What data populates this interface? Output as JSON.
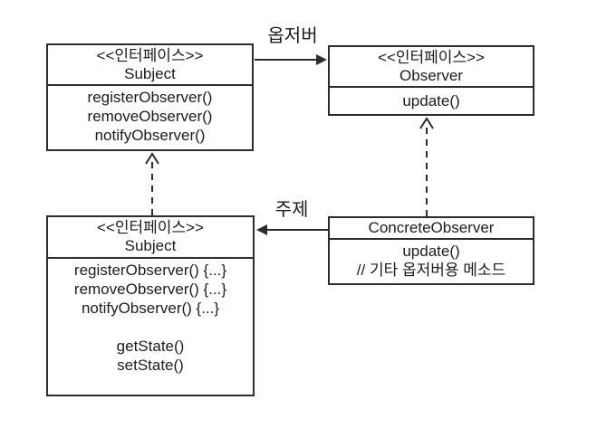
{
  "diagram": {
    "classes": {
      "subject_interface": {
        "stereotype": "<<인터페이스>>",
        "name": "Subject",
        "methods": [
          "registerObserver()",
          "removeObserver()",
          "notifyObserver()"
        ]
      },
      "observer_interface": {
        "stereotype": "<<인터페이스>>",
        "name": "Observer",
        "methods": [
          "update()"
        ]
      },
      "concrete_subject": {
        "stereotype": "<<인터페이스>>",
        "name": "Subject",
        "methods": [
          "registerObserver() {...}",
          "removeObserver() {...}",
          "notifyObserver() {...}",
          "",
          "getState()",
          "setState()"
        ]
      },
      "concrete_observer": {
        "name": "ConcreteObserver",
        "methods": [
          "update()",
          "// 기타 옵저버용 메소드"
        ]
      }
    },
    "edge_labels": {
      "observer": "옵저버",
      "subject": "주제"
    },
    "colors": {
      "line": "#2d2d2d",
      "background": "#ffffff",
      "text": "#1c1c1c"
    }
  }
}
